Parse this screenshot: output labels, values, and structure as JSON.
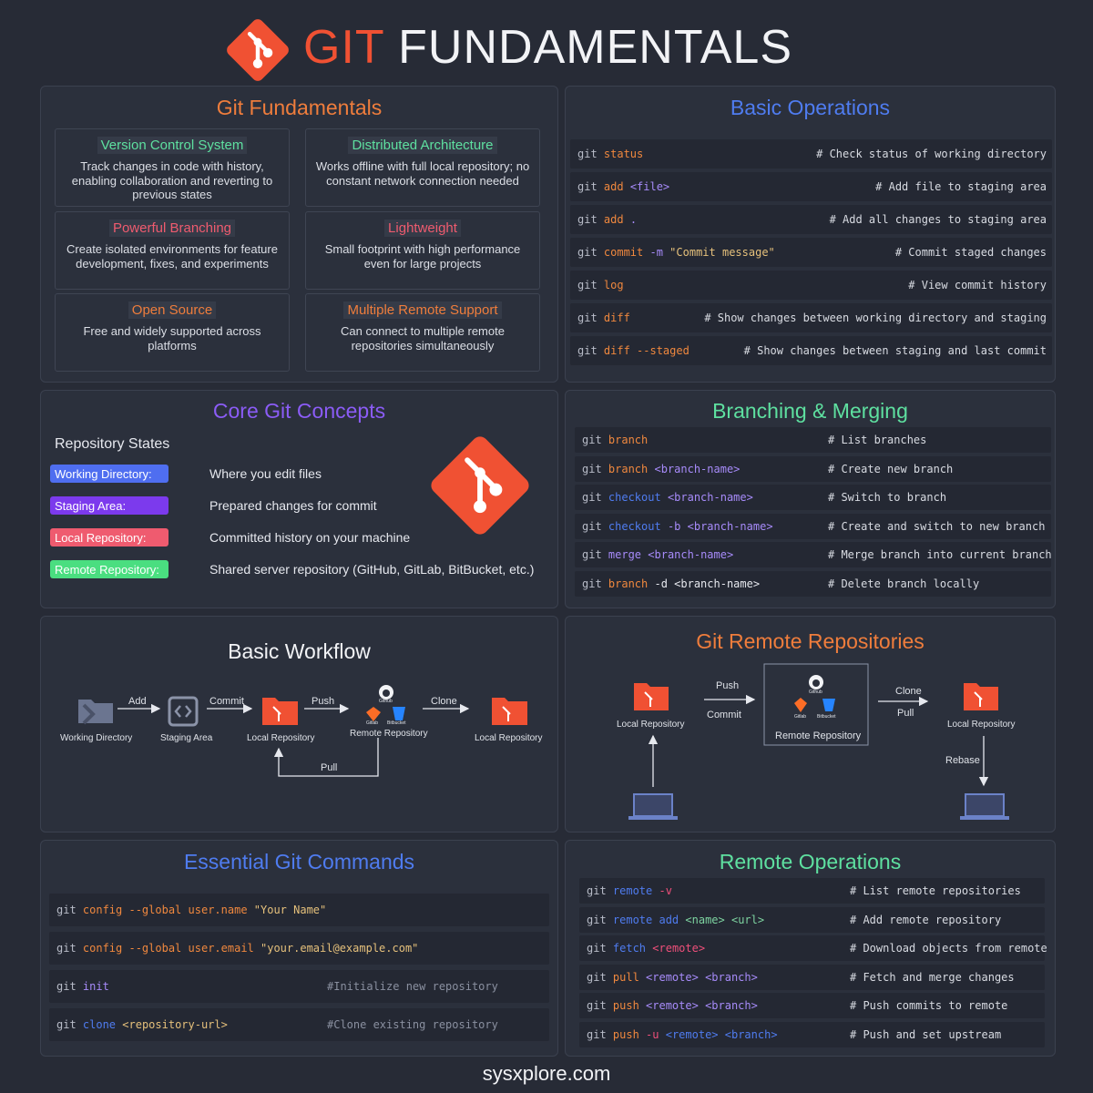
{
  "header": {
    "title_git": "GIT",
    "title_rest": "FUNDAMENTALS"
  },
  "colors": {
    "bg": "#272b36",
    "panel": "#2b303c",
    "git": "#f05133",
    "orange": "#ef7d3c",
    "blue": "#4f7cf0",
    "purple": "#8b5cf6",
    "green": "#5ee0a0",
    "red": "#ef5b6f"
  },
  "fundamentals": {
    "title": "Git Fundamentals",
    "cards": [
      {
        "title": "Version Control System",
        "desc": "Track changes in code with history, enabling collaboration and reverting to previous states"
      },
      {
        "title": "Distributed Architecture",
        "desc": "Works offline with full local repository; no constant network connection needed"
      },
      {
        "title": "Powerful Branching",
        "desc": "Create isolated environments for feature development, fixes, and experiments"
      },
      {
        "title": "Lightweight",
        "desc": "Small footprint with high performance even for large projects"
      },
      {
        "title": "Open Source",
        "desc": "Free and widely supported across platforms"
      },
      {
        "title": "Multiple Remote Support",
        "desc": "Can connect to multiple remote repositories simultaneously"
      }
    ]
  },
  "basic_ops": {
    "title": "Basic Operations",
    "rows": [
      {
        "cmd": [
          [
            "git ",
            "k1"
          ],
          [
            "status",
            "k2"
          ]
        ],
        "comment": "# Check status of working directory"
      },
      {
        "cmd": [
          [
            "git ",
            "k1"
          ],
          [
            "add ",
            "k2"
          ],
          [
            "<file>",
            "k3"
          ]
        ],
        "comment": "# Add file to staging area"
      },
      {
        "cmd": [
          [
            "git ",
            "k1"
          ],
          [
            "add ",
            "k2"
          ],
          [
            ".",
            "k3"
          ]
        ],
        "comment": "# Add all changes to staging area"
      },
      {
        "cmd": [
          [
            "git ",
            "k1"
          ],
          [
            "commit ",
            "k2"
          ],
          [
            "-m ",
            "k3"
          ],
          [
            "\"Commit message\"",
            "k5"
          ]
        ],
        "comment": "# Commit staged changes"
      },
      {
        "cmd": [
          [
            "git ",
            "k1"
          ],
          [
            "log",
            "k2"
          ]
        ],
        "comment": "# View commit history"
      },
      {
        "cmd": [
          [
            "git ",
            "k1"
          ],
          [
            "diff",
            "k2"
          ]
        ],
        "comment": "# Show changes between working directory and staging"
      },
      {
        "cmd": [
          [
            "git ",
            "k1"
          ],
          [
            "diff ",
            "k2"
          ],
          [
            "--staged",
            "k2"
          ]
        ],
        "comment": "# Show changes between staging and last commit"
      }
    ]
  },
  "core": {
    "title": "Core Git Concepts",
    "subtitle": "Repository States",
    "states": [
      {
        "label": "Working Directory:",
        "desc": "Where you edit files",
        "color": "#4f6ef0"
      },
      {
        "label": "Staging Area:",
        "desc": "Prepared changes for commit",
        "color": "#7c3aed"
      },
      {
        "label": "Local Repository:",
        "desc": "Committed history on your machine",
        "color": "#ef5b6f"
      },
      {
        "label": "Remote Repository:",
        "desc": "Shared server repository (GitHub, GitLab, BitBucket, etc.)",
        "color": "#4ade80"
      }
    ]
  },
  "branching": {
    "title": "Branching & Merging",
    "rows": [
      {
        "cmd": [
          [
            "git ",
            "k1"
          ],
          [
            "branch",
            "k2"
          ]
        ],
        "comment": "# List branches"
      },
      {
        "cmd": [
          [
            "git ",
            "k1"
          ],
          [
            "branch ",
            "k2"
          ],
          [
            "<branch-name>",
            "k3"
          ]
        ],
        "comment": "# Create new branch"
      },
      {
        "cmd": [
          [
            "git ",
            "k1"
          ],
          [
            "checkout ",
            "k6"
          ],
          [
            "<branch-name>",
            "k3"
          ]
        ],
        "comment": "# Switch to branch"
      },
      {
        "cmd": [
          [
            "git ",
            "k1"
          ],
          [
            "checkout ",
            "k6"
          ],
          [
            "-b ",
            "k3"
          ],
          [
            "<branch-name>",
            "k3"
          ]
        ],
        "comment": "# Create and switch to new branch"
      },
      {
        "cmd": [
          [
            "git ",
            "k1"
          ],
          [
            "merge ",
            "k3"
          ],
          [
            "<branch-name>",
            "k3"
          ]
        ],
        "comment": "# Merge branch into current branch"
      },
      {
        "cmd": [
          [
            "git ",
            "k1"
          ],
          [
            "branch ",
            "k2"
          ],
          [
            "-d <branch-name>",
            "k4"
          ]
        ],
        "comment": "# Delete branch locally"
      }
    ]
  },
  "workflow": {
    "title": "Basic Workflow",
    "nodes": [
      "Working Directory",
      "Staging Area",
      "Local Repository",
      "Remote Repository",
      "Local Repository"
    ],
    "edges": [
      "Add",
      "Commit",
      "Push",
      "Clone",
      "Pull"
    ],
    "hosts": [
      "Gitlab",
      "Bitbucket",
      "Github"
    ]
  },
  "remote_repos": {
    "title": "Git Remote Repositories",
    "local_left": "Local Repository",
    "local_right": "Local Repository",
    "remote": "Remote Repository",
    "push": "Push",
    "commit": "Commit",
    "clone": "Clone",
    "pull": "Pull",
    "rebase": "Rebase",
    "hosts": [
      "Github",
      "Gitlab",
      "Bitbucket"
    ]
  },
  "essential": {
    "title": "Essential Git Commands",
    "rows": [
      {
        "cmd": [
          [
            "git ",
            "k1"
          ],
          [
            "config ",
            "k2"
          ],
          [
            "--global ",
            "k2"
          ],
          [
            "user.name ",
            "k2"
          ],
          [
            "\"Your Name\"",
            "k5"
          ]
        ],
        "comment": ""
      },
      {
        "cmd": [
          [
            "git ",
            "k1"
          ],
          [
            "config ",
            "k2"
          ],
          [
            "--global ",
            "k2"
          ],
          [
            "user.email ",
            "k2"
          ],
          [
            "\"your.email@example.com\"",
            "k5"
          ]
        ],
        "comment": ""
      },
      {
        "cmd": [
          [
            "git ",
            "k1"
          ],
          [
            "init",
            "k3"
          ]
        ],
        "comment": "#Initialize new repository"
      },
      {
        "cmd": [
          [
            "git ",
            "k1"
          ],
          [
            "clone ",
            "k6"
          ],
          [
            "<repository-url>",
            "k5"
          ]
        ],
        "comment": "#Clone existing repository"
      }
    ]
  },
  "remote_ops": {
    "title": "Remote Operations",
    "rows": [
      {
        "cmd": [
          [
            "git ",
            "k1"
          ],
          [
            "remote ",
            "k6"
          ],
          [
            "-v",
            "k7"
          ]
        ],
        "comment": "# List remote repositories"
      },
      {
        "cmd": [
          [
            "git ",
            "k1"
          ],
          [
            "remote ",
            "k6"
          ],
          [
            "add ",
            "k6"
          ],
          [
            "<name> ",
            "k8"
          ],
          [
            "<url>",
            "k8"
          ]
        ],
        "comment": "# Add remote repository"
      },
      {
        "cmd": [
          [
            "git ",
            "k1"
          ],
          [
            "fetch ",
            "k6"
          ],
          [
            "<remote>",
            "k7"
          ]
        ],
        "comment": "# Download objects from remote"
      },
      {
        "cmd": [
          [
            "git ",
            "k1"
          ],
          [
            "pull ",
            "k2"
          ],
          [
            "<remote> ",
            "k3"
          ],
          [
            "<branch>",
            "k3"
          ]
        ],
        "comment": "# Fetch and merge changes"
      },
      {
        "cmd": [
          [
            "git ",
            "k1"
          ],
          [
            "push ",
            "k2"
          ],
          [
            "<remote> ",
            "k3"
          ],
          [
            "<branch>",
            "k3"
          ]
        ],
        "comment": "# Push commits to remote"
      },
      {
        "cmd": [
          [
            "git ",
            "k1"
          ],
          [
            "push ",
            "k2"
          ],
          [
            "-u ",
            "k7"
          ],
          [
            "<remote> ",
            "k6"
          ],
          [
            "<branch>",
            "k6"
          ]
        ],
        "comment": "# Push and set upstream"
      }
    ]
  },
  "footer": "sysxplore.com"
}
